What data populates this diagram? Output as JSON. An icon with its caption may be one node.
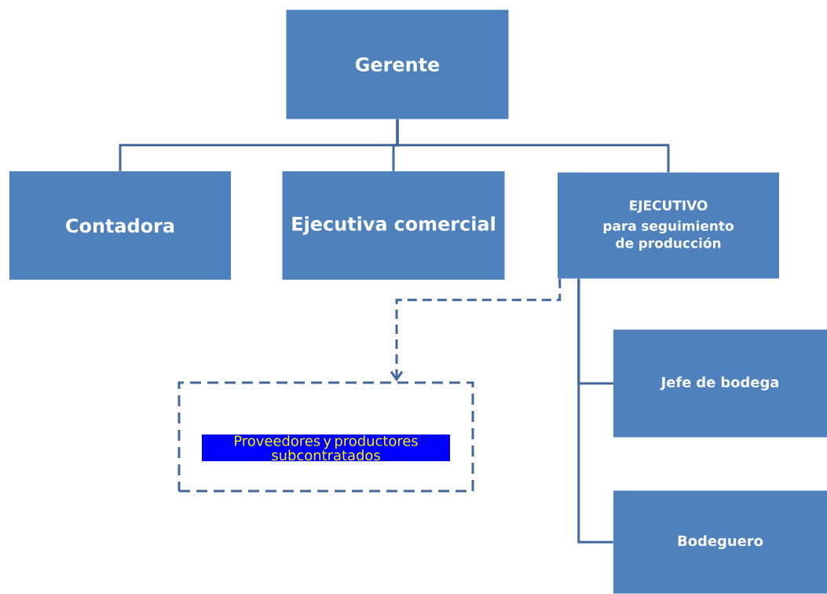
{
  "diagram": {
    "nodes": [
      {
        "text": [
          "Gerente"
        ]
      },
      {
        "text": [
          "Contadora"
        ]
      },
      {
        "text": [
          "Ejecutiva comercial"
        ]
      },
      {
        "text": [
          "EJECUTIVO",
          "para seguimiento de producción"
        ]
      },
      {
        "text": [
          "Proveedores y productores subcontratados"
        ]
      },
      {
        "text": [
          "Jefe de bodega"
        ]
      },
      {
        "text": [
          "Bodeguero"
        ]
      }
    ],
    "edges": [
      {
        "from": 0,
        "to": 1,
        "arrow": "none"
      },
      {
        "from": 0,
        "to": 2,
        "arrow": "none"
      },
      {
        "from": 0,
        "to": 3,
        "arrow": "none"
      },
      {
        "from": 3,
        "to": 4,
        "arrow": "to",
        "style": "dashed"
      },
      {
        "from": 3,
        "to": 5,
        "arrow": "none"
      },
      {
        "from": 3,
        "to": 6,
        "arrow": "none"
      }
    ]
  }
}
